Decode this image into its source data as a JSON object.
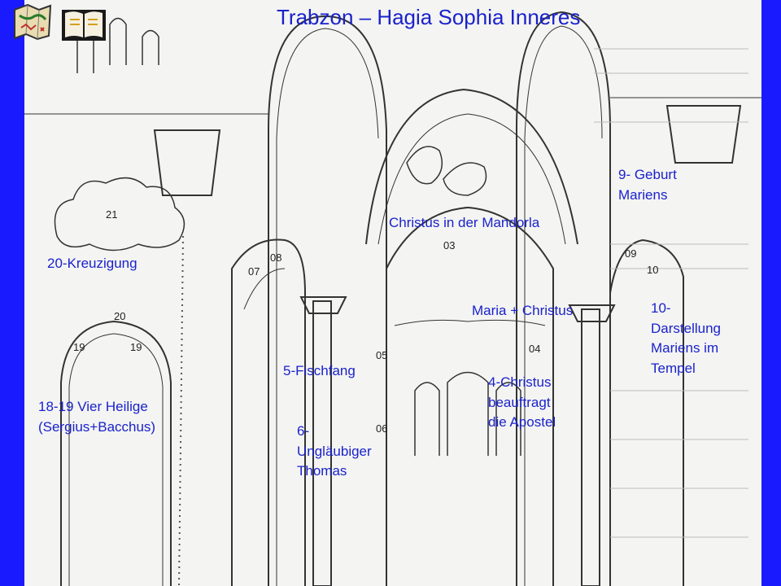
{
  "title": "Trabzon – Hagia Sophia Inneres",
  "nav": {
    "map_icon": "map-icon",
    "book_icon": "book-icon"
  },
  "colors": {
    "frame": "#1a1aff",
    "label": "#1a22cc",
    "line": "#333333",
    "paper": "#f4f4f2"
  },
  "labels": {
    "mandorla": "Christus in der Mandorla",
    "geburt": "9- Geburt\nMariens",
    "kreuzigung": "20-Kreuzigung",
    "maria": "Maria + Christus",
    "darstellung": "10-\nDarstellung\nMariens im\nTempel",
    "fischfang": "5-Fischfang",
    "beauftragt": "4-Christus\nbeauftragt\ndie Apostel",
    "heilige": "18-19 Vier Heilige\n(Sergius+Bacchus)",
    "thomas": "6-\nUngläubiger\nThomas"
  },
  "numbers": {
    "n21": "21",
    "n20": "20",
    "n19a": "19",
    "n19b": "19",
    "n03": "03",
    "n07": "07",
    "n08": "08",
    "n09": "09",
    "n10": "10",
    "n04": "04",
    "n05": "05",
    "n06": "06"
  }
}
